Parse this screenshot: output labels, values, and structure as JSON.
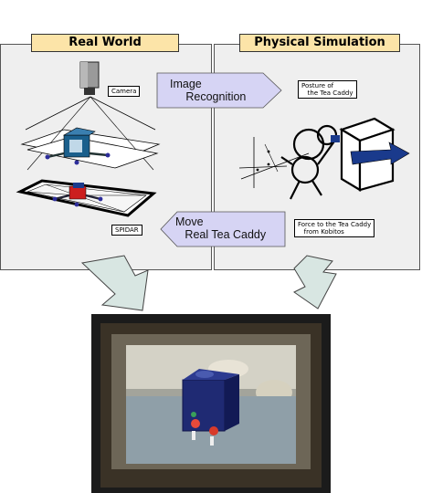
{
  "left_panel": {
    "header": "Real World",
    "camera_label": "Camera",
    "spidar_label": "SPIDAR"
  },
  "right_panel": {
    "header": "Physical Simulation",
    "posture_label": "Posture of\n   the Tea Caddy",
    "force_label": "Force to the Tea Caddy\n   from Kobitos"
  },
  "arrows": {
    "image_recognition": "Image\n     Recognition",
    "move_caddy": "Move\n   Real Tea Caddy"
  },
  "colors": {
    "panel_bg": "#efefef",
    "header_bg": "#fce4a8",
    "arrow_fill": "#d6d4f4",
    "caddy_blue": "#1a3a8c",
    "big_arrow": "#d8e6e2"
  }
}
